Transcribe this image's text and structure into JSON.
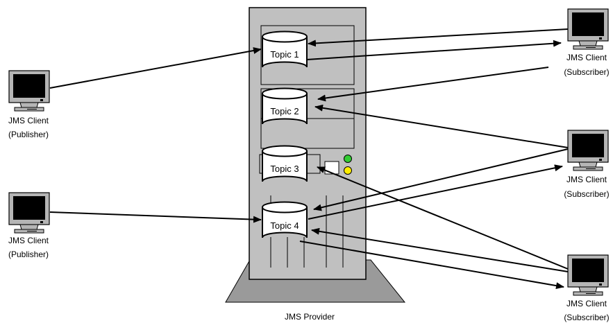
{
  "provider": {
    "label": "JMS Provider"
  },
  "topics": [
    {
      "id": "topic-1",
      "label": "Topic 1"
    },
    {
      "id": "topic-2",
      "label": "Topic 2"
    },
    {
      "id": "topic-3",
      "label": "Topic 3"
    },
    {
      "id": "topic-4",
      "label": "Topic 4"
    }
  ],
  "clients": {
    "publisher_1": {
      "line1": "JMS Client",
      "line2": "(Publisher)"
    },
    "publisher_2": {
      "line1": "JMS Client",
      "line2": "(Publisher)"
    },
    "subscriber_1": {
      "line1": "JMS Client",
      "line2": "(Subscriber)"
    },
    "subscriber_2": {
      "line1": "JMS Client",
      "line2": "(Subscriber)"
    },
    "subscriber_3": {
      "line1": "JMS Client",
      "line2": "(Subscriber)"
    }
  },
  "colors": {
    "server_body": "#c0c0c0",
    "server_base": "#999999",
    "led_green": "#33cc33",
    "led_yellow": "#ffee00",
    "screen": "#000000"
  }
}
